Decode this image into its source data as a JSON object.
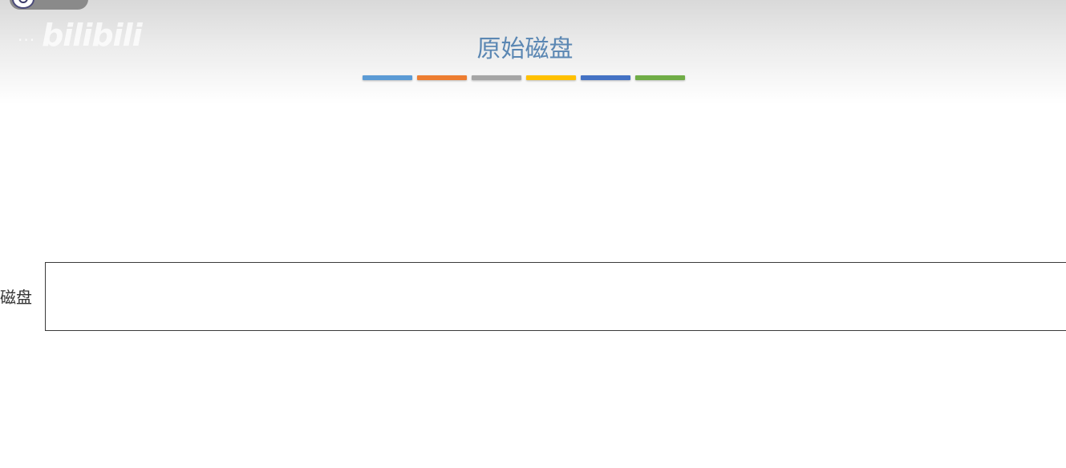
{
  "page_title": "原始磁盘",
  "watermark": {
    "user_text": "...",
    "logo_text": "bilibili"
  },
  "color_bars": [
    {
      "name": "blue",
      "color": "#5b9bd5"
    },
    {
      "name": "orange",
      "color": "#ed7d31"
    },
    {
      "name": "gray",
      "color": "#a5a5a5"
    },
    {
      "name": "gold",
      "color": "#ffc000"
    },
    {
      "name": "dark-blue",
      "color": "#4472c4"
    },
    {
      "name": "green",
      "color": "#70ad47"
    }
  ],
  "disk_row": {
    "label": "磁盘"
  }
}
